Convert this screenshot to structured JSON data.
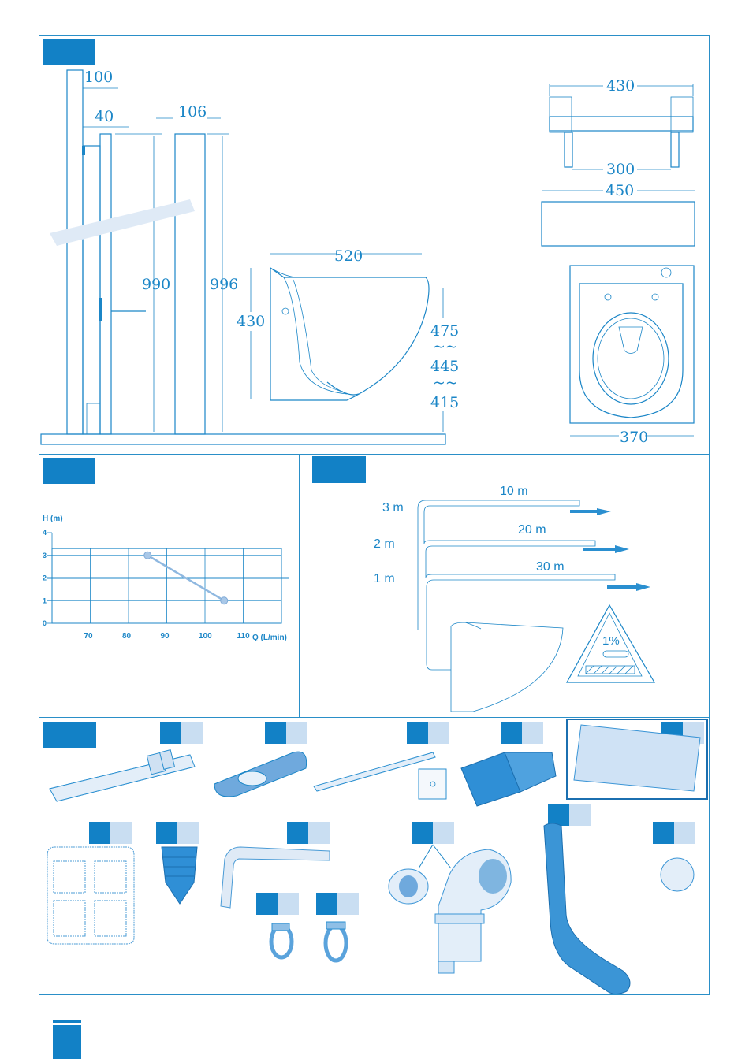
{
  "section1": {
    "dims": {
      "d100": "100",
      "d40": "40",
      "d106": "106",
      "d990": "990",
      "d996": "996",
      "d520": "520",
      "d430_side": "430",
      "d475": "475",
      "d445": "445",
      "d415": "415",
      "tilde1": "~~",
      "tilde2": "~~",
      "d430_top": "430",
      "d300": "300",
      "d450": "450",
      "d370": "370"
    }
  },
  "chart_data": {
    "type": "line",
    "ylabel": "H (m)",
    "xlabel": "Q (L/min)",
    "x_ticks": [
      70,
      80,
      90,
      100,
      110
    ],
    "y_ticks": [
      0,
      1,
      2,
      3,
      4
    ],
    "xlim": [
      60,
      120
    ],
    "ylim": [
      0,
      4
    ],
    "grid": true,
    "series": [
      {
        "values": [
          {
            "x": 85,
            "y": 3
          },
          {
            "x": 105,
            "y": 1
          }
        ]
      }
    ],
    "reference_line": {
      "y": 2
    }
  },
  "section3": {
    "h3": "3 m",
    "h2": "2 m",
    "h1": "1 m",
    "l10": "10 m",
    "l20": "20 m",
    "l30": "30 m",
    "slope": "1%"
  },
  "colors": {
    "accent": "#1281c6",
    "light": "#c9def2",
    "line": "#1b86c7"
  }
}
